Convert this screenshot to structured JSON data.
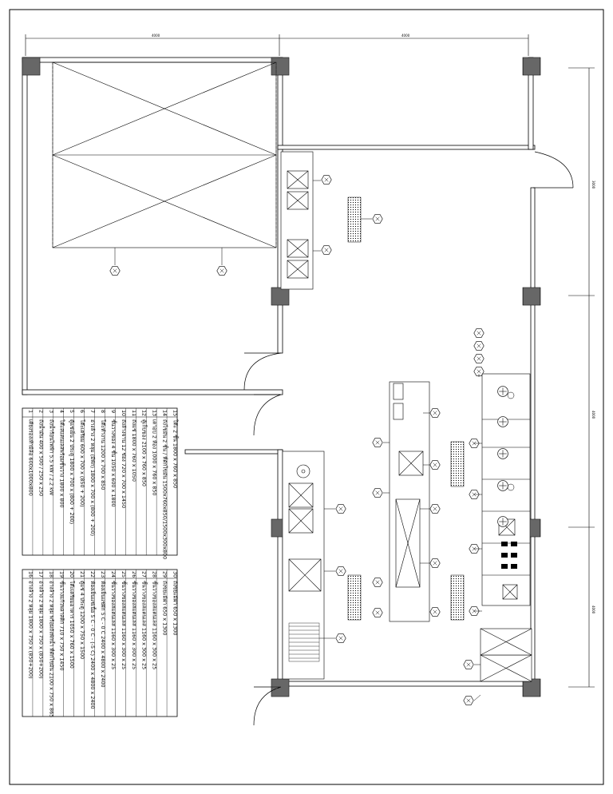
{
  "dimensions": {
    "top_left": "4000",
    "top_right": "4000",
    "right_1": "3000",
    "right_2": "4000",
    "right_3": "4000"
  },
  "legend_left": [
    {
      "no": "1",
      "desc": "เตียงรองเท้ามีล้อ 600x1000x800"
    },
    {
      "no": "2",
      "desc": "ถังน้ำมัน 400 x 500 / 250 x 250"
    },
    {
      "no": "3",
      "desc": "ถังน้ำร้อนไฟฟ้า 5.5 kW / 2.2 kW"
    },
    {
      "no": "4",
      "desc": "โต๊ะสแตนเลสพร้อมชั้นวาง 1800 x 800"
    },
    {
      "no": "5",
      "desc": "ตู้แช่เย็น 2 ประตู 1800 x 700 x (800 + 200)"
    },
    {
      "no": "6",
      "desc": "โต๊ะเตรียม 600 x 700 x (850 + 200)"
    },
    {
      "no": "7",
      "desc": "อ่างล้าง 2 หลุม (มีพัก) 1800 x 700 x (800 + 200)"
    },
    {
      "no": "8",
      "desc": "โต๊ะทำงาน 1200 x 700 x 850"
    },
    {
      "no": "9",
      "desc": "ชั้นวางของ 4 ชั้น 1050 x 600 x 1800"
    },
    {
      "no": "10",
      "desc": "ถังล้างจาน 12 ช่อง 720 x 700 x 1450"
    },
    {
      "no": "11",
      "desc": "ถังแช่ 1800 x 760 x 1050"
    },
    {
      "no": "12",
      "desc": "ตู้เก็บของ 2100 x 760 x 850"
    },
    {
      "no": "13",
      "desc": "เตาอบ 2 ห้อง 1000 x 760 x 850"
    },
    {
      "no": "14",
      "desc": "ถังไขมัน 2 ชั้น / ที่ดักไขมัน 1500x760x850/1500x300x800"
    },
    {
      "no": "15",
      "desc": "โต๊ะ 2 ชั้น 1800 x 760 x 850"
    }
  ],
  "legend_right": [
    {
      "no": "16",
      "desc": "อ่างล้าง 2 หลุม 1800 x 750 x (850+200)"
    },
    {
      "no": "17",
      "desc": "อ่างล้าง 2 หลุม 1800 x 750 x (850+200)"
    },
    {
      "no": "18",
      "desc": "อ่างล้าง 2 หลุม พร้อมถังพักน้ำ ที่ดักไขมัน 2100 x 750 x 865"
    },
    {
      "no": "19",
      "desc": "ชั้นวางแก้วพลาสติก 710 x 750 x 1450"
    },
    {
      "no": "20",
      "desc": "โต๊ะเตรียมอาหาร 1050 x 760 x 1500"
    },
    {
      "no": "21",
      "desc": "ตู้แช่ 4 ประตู 1200 x 750 x 1500"
    },
    {
      "no": "22",
      "desc": "ห้องเย็นแช่เนื้อ 5 C - 0 C - (-5 C) 2400 x 4800 x 2400"
    },
    {
      "no": "23",
      "desc": "ห้องเย็นแช่ผัก 5 C - 0 C 2400 x 4800 x 2400"
    },
    {
      "no": "24",
      "desc": "ชั้นวางของสแตนเลส 1160 x 300 x 25"
    },
    {
      "no": "25",
      "desc": "ชั้นวางของสแตนเลส 1160 x 300 x 25"
    },
    {
      "no": "26",
      "desc": "ชั้นวางของสแตนเลส 1160 x 300 x 25"
    },
    {
      "no": "27",
      "desc": "ชั้นวางของสแตนเลส 1160 x 300 x 25"
    },
    {
      "no": "28",
      "desc": "ชั้นวางของสแตนเลส 1160 x 300 x 25"
    },
    {
      "no": "29",
      "desc": "ถังขยะมีฝา 650 x 1300"
    },
    {
      "no": "30",
      "desc": "ถังขยะมีฝา 650 x 1300"
    }
  ]
}
